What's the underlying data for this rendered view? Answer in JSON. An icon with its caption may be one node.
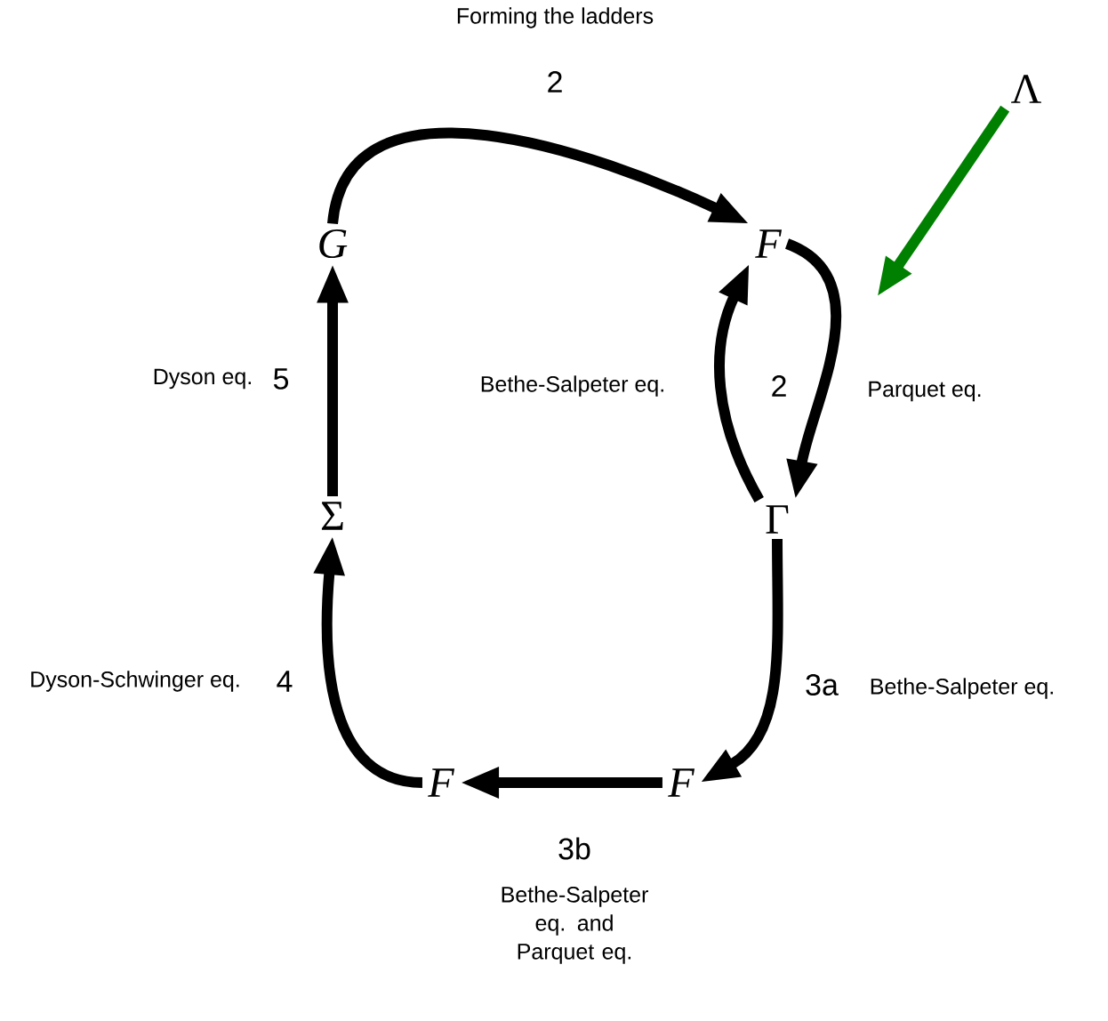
{
  "diagram": {
    "nodes": [
      {
        "text": [
          "G"
        ]
      },
      {
        "text": [
          "F"
        ]
      },
      {
        "text": [
          "Λ"
        ]
      },
      {
        "text": [
          "Σ"
        ]
      },
      {
        "text": [
          "Γ"
        ]
      },
      {
        "text": [
          "F"
        ]
      },
      {
        "text": [
          "F"
        ]
      }
    ],
    "edges": [
      {
        "from": 0,
        "to": 1,
        "arrow": "to",
        "label": "2"
      },
      {
        "from": 2,
        "to": null,
        "arrow": "to",
        "color": "#008000"
      },
      {
        "from": 3,
        "to": 0,
        "arrow": "to",
        "label": "5"
      },
      {
        "from": 4,
        "to": 1,
        "arrow": "to"
      },
      {
        "from": 1,
        "to": 4,
        "arrow": "to"
      },
      {
        "from": 4,
        "to": 6,
        "arrow": "to",
        "label": "3a"
      },
      {
        "from": 6,
        "to": 5,
        "arrow": "to",
        "label": "3b"
      },
      {
        "from": 5,
        "to": 3,
        "arrow": "to",
        "label": "4"
      }
    ],
    "labels": [
      "Forming the ladders",
      "Dyson eq.",
      "Bethe-Salpeter eq.",
      "2",
      "Parquet eq.",
      "Dyson-Schwinger eq.",
      "Bethe-Salpeter eq.",
      "Bethe-Salpeter eq. and Parquet eq."
    ]
  }
}
